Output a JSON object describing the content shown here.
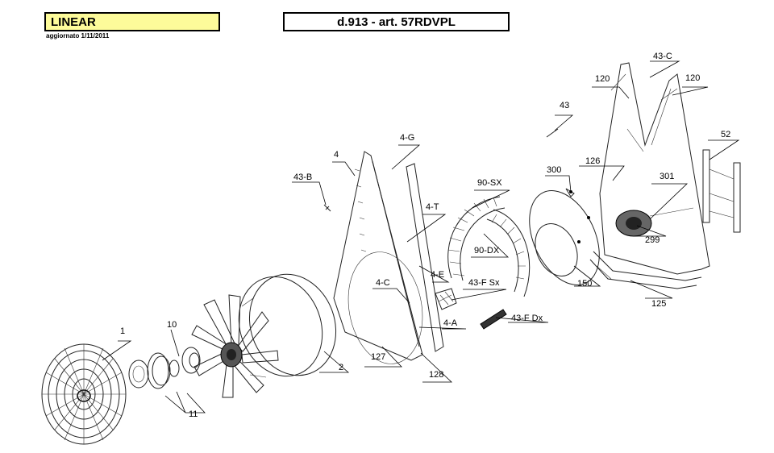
{
  "header": {
    "brand": "LINEAR",
    "model": "d.913 - art.  57RDVPL",
    "updated": "aggiornato 1/11/2011"
  },
  "colors": {
    "brand_box": "#fdfb9a",
    "ink": "#000000"
  },
  "labels": {
    "p1": "1",
    "p10": "10",
    "p11": "11",
    "p2": "2",
    "p127": "127",
    "p128": "128",
    "p4": "4",
    "p4g": "4-G",
    "p43b": "43-B",
    "p4t": "4-T",
    "p4e": "4-E",
    "p4c": "4-C",
    "p4a": "4-A",
    "p90sx": "90-SX",
    "p90dx": "90-DX",
    "p43fsx": "43-F Sx",
    "p43fdx": "43-F Dx",
    "p300": "300",
    "p150": "150",
    "p43": "43",
    "p126": "126",
    "p120a": "120",
    "p120b": "120",
    "p43c": "43-C",
    "p52": "52",
    "p301": "301",
    "p299": "299",
    "p125": "125"
  }
}
